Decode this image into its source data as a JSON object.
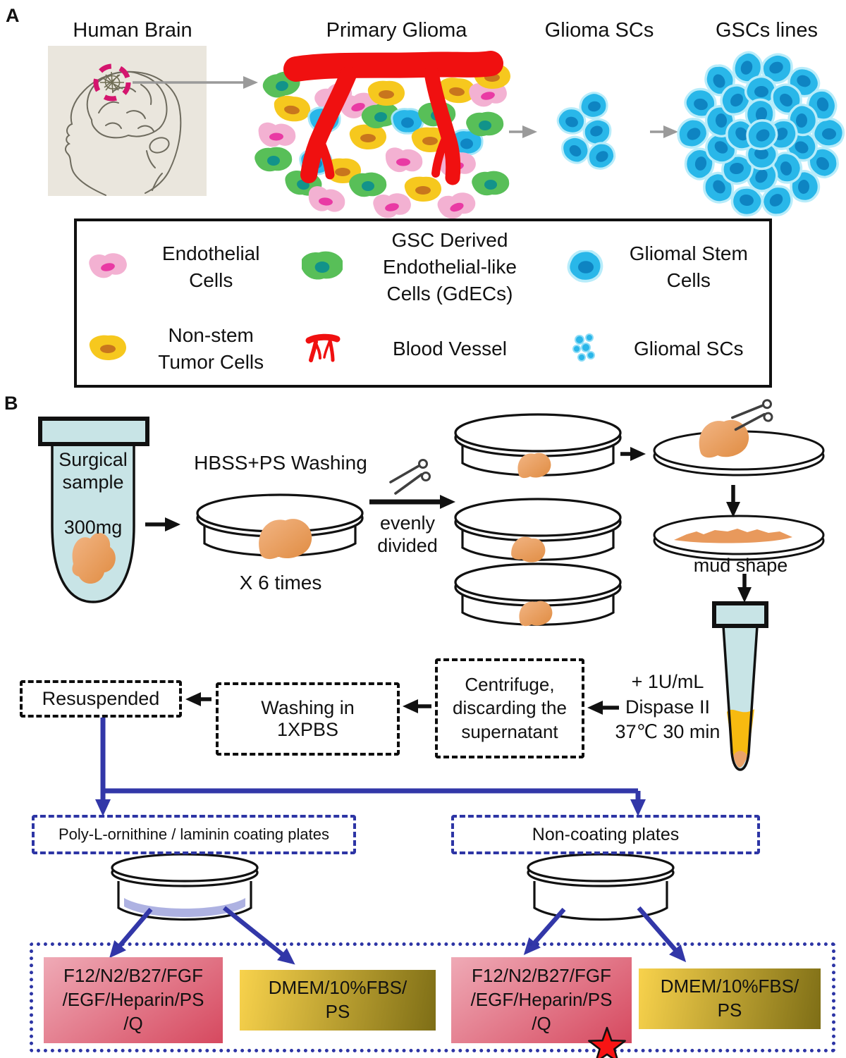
{
  "panel_a": {
    "label": "A",
    "stage_titles": [
      "Human Brain",
      "Primary Glioma",
      "Glioma SCs",
      "GSCs lines"
    ],
    "legend": [
      {
        "label": "Endothelial\nCells"
      },
      {
        "label": "GSC Derived\nEndothelial-like\nCells (GdECs)"
      },
      {
        "label": "Gliomal Stem\nCells"
      },
      {
        "label": "Non-stem\nTumor Cells"
      },
      {
        "label": "Blood Vessel"
      },
      {
        "label": "Gliomal SCs"
      }
    ]
  },
  "panel_b": {
    "label": "B",
    "surgical_tube": {
      "name": "Surgical\nsample",
      "mass": "300mg"
    },
    "wash_step": {
      "title": "HBSS+PS Washing",
      "times": "X 6 times"
    },
    "divide_step": {
      "label": "evenly\ndivided"
    },
    "mud_step": {
      "label": "mud shape"
    },
    "digest_step": {
      "label": "+ 1U/mL\nDispase II\n37℃ 30 min"
    },
    "centrifuge_box": {
      "label": "Centrifuge,\ndiscarding the\nsupernatant"
    },
    "washing_box": {
      "label": "Washing in\n1XPBS"
    },
    "resuspended_box": {
      "label": "Resuspended"
    },
    "coated_box": {
      "label": "Poly-L-ornithine / laminin coating plates"
    },
    "noncoated_box": {
      "label": "Non-coating plates"
    },
    "media_stem": {
      "label": "F12/N2/B27/FGF\n/EGF/Heparin/PS\n/Q"
    },
    "media_serum": {
      "label": "DMEM/10%FBS/\nPS"
    }
  },
  "colors": {
    "flow_blue": "#3237a8",
    "vessel_red": "#f01010",
    "tube_fill": "#c8e4e6",
    "tissue_orange": "#e8a061",
    "stem_cell_blue": "#29b7e9",
    "accent_magenta": "#d4156e"
  }
}
